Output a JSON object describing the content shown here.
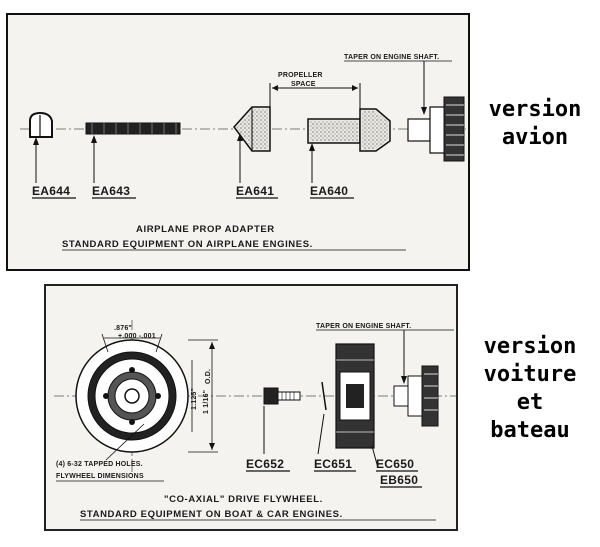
{
  "top_panel": {
    "labels": {
      "ea644": "EA644",
      "ea643": "EA643",
      "ea641": "EA641",
      "ea640": "EA640",
      "propeller": "PROPELLER",
      "space": "SPACE",
      "taper": "TAPER ON ENGINE SHAFT."
    },
    "caption_line1": "AIRPLANE PROP ADAPTER",
    "caption_line2": "STANDARD EQUIPMENT ON AIRPLANE ENGINES."
  },
  "bottom_panel": {
    "labels": {
      "dim_876": ".876\"",
      "dim_tol": "+.000 -.001",
      "dim_1125": "1.125\"",
      "dim_od": "O.D.",
      "dim_frac": "1 1/16\"",
      "holes_note": "(4) 6-32 TAPPED HOLES.",
      "flywheel_dims": "FLYWHEEL DIMENSIONS",
      "ec652": "EC652",
      "ec651": "EC651",
      "ec650": "EC650",
      "eb650": "EB650",
      "taper": "TAPER ON ENGINE SHAFT."
    },
    "caption_line1": "\"CO-AXIAL\" DRIVE FLYWHEEL.",
    "caption_line2": "STANDARD EQUIPMENT ON BOAT & CAR ENGINES."
  },
  "side_labels": {
    "top": [
      "version",
      "avion"
    ],
    "bottom": [
      "version",
      "voiture",
      "et",
      "bateau"
    ]
  }
}
